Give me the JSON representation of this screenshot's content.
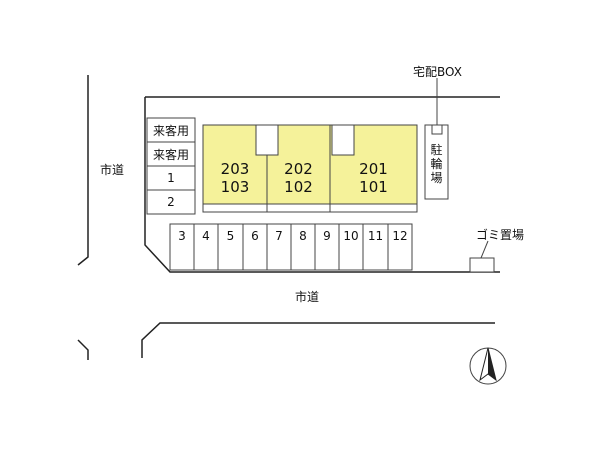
{
  "roads": {
    "west_label": "市道",
    "south_label": "市道"
  },
  "parking_top": [
    {
      "label": "来客用"
    },
    {
      "label": "来客用"
    },
    {
      "label": "1"
    },
    {
      "label": "2"
    }
  ],
  "parking_bottom": [
    "3",
    "4",
    "5",
    "6",
    "7",
    "8",
    "9",
    "10",
    "11",
    "12"
  ],
  "units": [
    {
      "upper": "203",
      "lower": "103"
    },
    {
      "upper": "202",
      "lower": "102"
    },
    {
      "upper": "201",
      "lower": "101"
    }
  ],
  "bicycle_parking": {
    "chars": [
      "駐",
      "輪",
      "場"
    ]
  },
  "delivery_box": {
    "label": "宅配BOX"
  },
  "garbage": {
    "label": "ゴミ置場"
  },
  "colors": {
    "building_fill": "#f5f29a",
    "line": "#222222"
  },
  "icons": {
    "compass": "north-arrow-icon"
  }
}
